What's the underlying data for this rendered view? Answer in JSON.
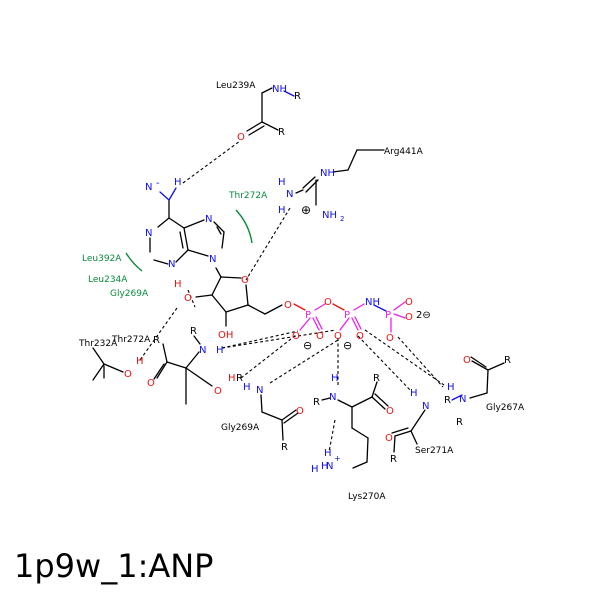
{
  "title": "1p9w_1:ANP",
  "colors": {
    "nitrogen": "#1010ee",
    "oxygen": "#ee1010",
    "phosphorus": "#ee20ee",
    "carbon": "#000000",
    "hydrophobic": "#0a8a3c"
  },
  "residues": {
    "leu239a": "Leu239A",
    "arg441a": "Arg441A",
    "thr272a_hyd": "Thr272A",
    "leu392a": "Leu392A",
    "leu234a": "Leu234A",
    "gly269a_hyd": "Gly269A",
    "thr232a": "Thr232A",
    "thr272a": "Thr272A",
    "gly269a": "Gly269A",
    "gly267a": "Gly267A",
    "ser271a": "Ser271A",
    "lys270a": "Lys270A"
  },
  "atoms": {
    "N": "N",
    "O": "O",
    "P": "P",
    "H": "H",
    "R": "R",
    "NH": "NH",
    "NH2": "NH",
    "sub2": "2",
    "OH": "OH",
    "HO": "H",
    "O_letter": "O",
    "charge_2minus": "2⊖",
    "charge_minus": "⊖",
    "charge_plus": "⊕",
    "plus": "+"
  }
}
